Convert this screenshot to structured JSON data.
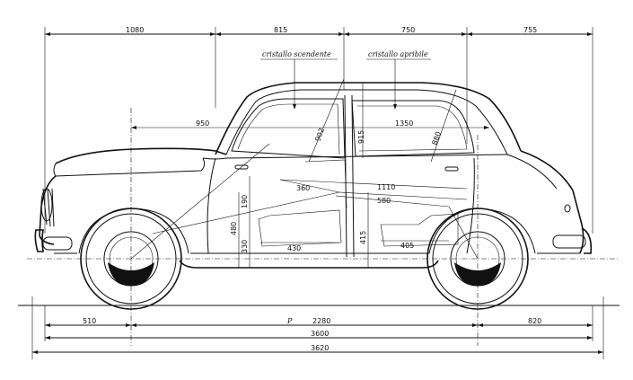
{
  "top_dimensions": [
    "1080",
    "815",
    "750",
    "755"
  ],
  "window_labels": {
    "rolling": "cristallo scendente",
    "opening": "cristallo apribile"
  },
  "interior_dimensions": {
    "d950": "950",
    "d1350": "1350",
    "d902": "902",
    "d915": "915",
    "d880": "880",
    "d360": "360",
    "d1110": "1110",
    "d580": "580",
    "d190": "190",
    "d330": "330",
    "d480": "480",
    "d415": "415",
    "d430": "430",
    "d405": "405"
  },
  "bottom_dimensions": {
    "front_overhang": "510",
    "wheelbase_label": "P",
    "wheelbase": "2280",
    "rear_overhang": "820",
    "length": "3600",
    "overall": "3620"
  }
}
